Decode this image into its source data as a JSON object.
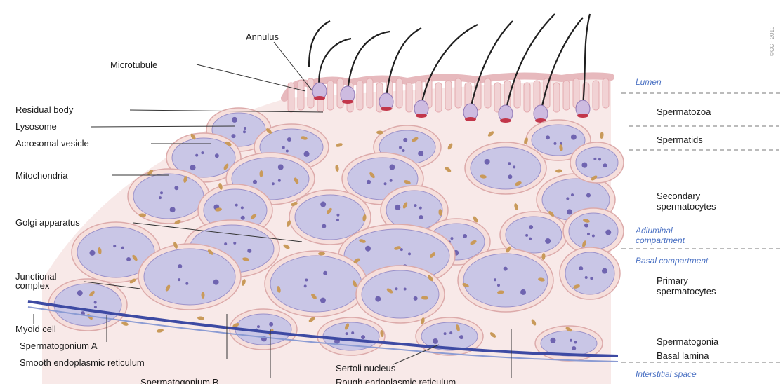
{
  "copyright": "©CCF 2010",
  "left_labels": [
    "Annulus",
    "Microtubule",
    "Residual body",
    "Lysosome",
    "Acrosomal vesicle",
    "Mitochondria",
    "Golgi apparatus",
    "Junctional\ncomplex",
    "Myoid cell",
    "Spermatogonium A",
    "Smooth endoplasmic reticulum",
    "Spermatogonium B",
    "Sertoli nucleus",
    "Rough endoplasmic reticulum"
  ],
  "zones": [
    "Spermatozoa",
    "Spermatids",
    "Secondary\nspermatocytes",
    "Primary\nspermatocytes",
    "Spermatogonia",
    "Basal lamina"
  ],
  "compartments": [
    "Lumen",
    "Adluminal\ncompartment",
    "Basal compartment",
    "Interstitial space"
  ],
  "colors": {
    "compartment_text": "#4d73c4",
    "cell_fill": "#c9c6e6",
    "cell_border": "#f1d9d8",
    "nucleus": "#6f64b0",
    "mitochondria": "#c99a5a",
    "basal_line": "#3d4aa3",
    "background_tissue": "#f7e7e6"
  }
}
